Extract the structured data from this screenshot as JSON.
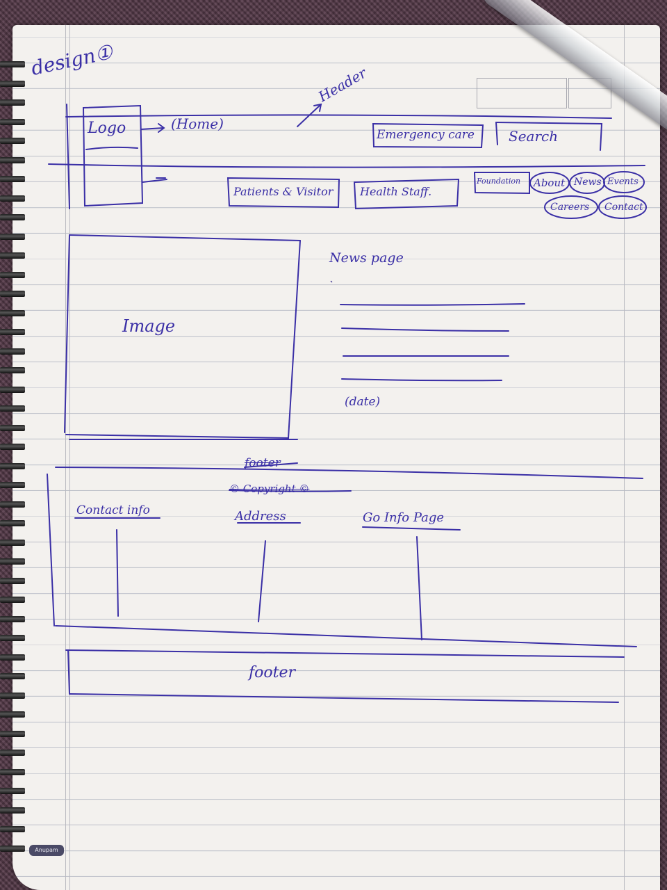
{
  "sketch": {
    "title": "design①",
    "header_note": "Header",
    "logo": "Logo",
    "home": "(Home)",
    "top_buttons": [
      "Emergency care",
      "Search"
    ],
    "nav_boxes": [
      "Patients & Visitor",
      "Health Staff."
    ],
    "nav_ovals": [
      "Foundation",
      "About",
      "News",
      "Events",
      "Careers",
      "Contact"
    ],
    "image_label": "Image",
    "news_label": "News page",
    "news_date": "(date)",
    "footer_strike": "footer",
    "copyright": "© Copyright ©",
    "footer_columns": [
      "Contact info",
      "Address",
      "Go Info Page"
    ],
    "footer": "footer",
    "brand": "Anupam"
  },
  "colors": {
    "ink": "#3a2fa6",
    "paper": "#f3f1ee",
    "lines": "#b8bcc6"
  }
}
